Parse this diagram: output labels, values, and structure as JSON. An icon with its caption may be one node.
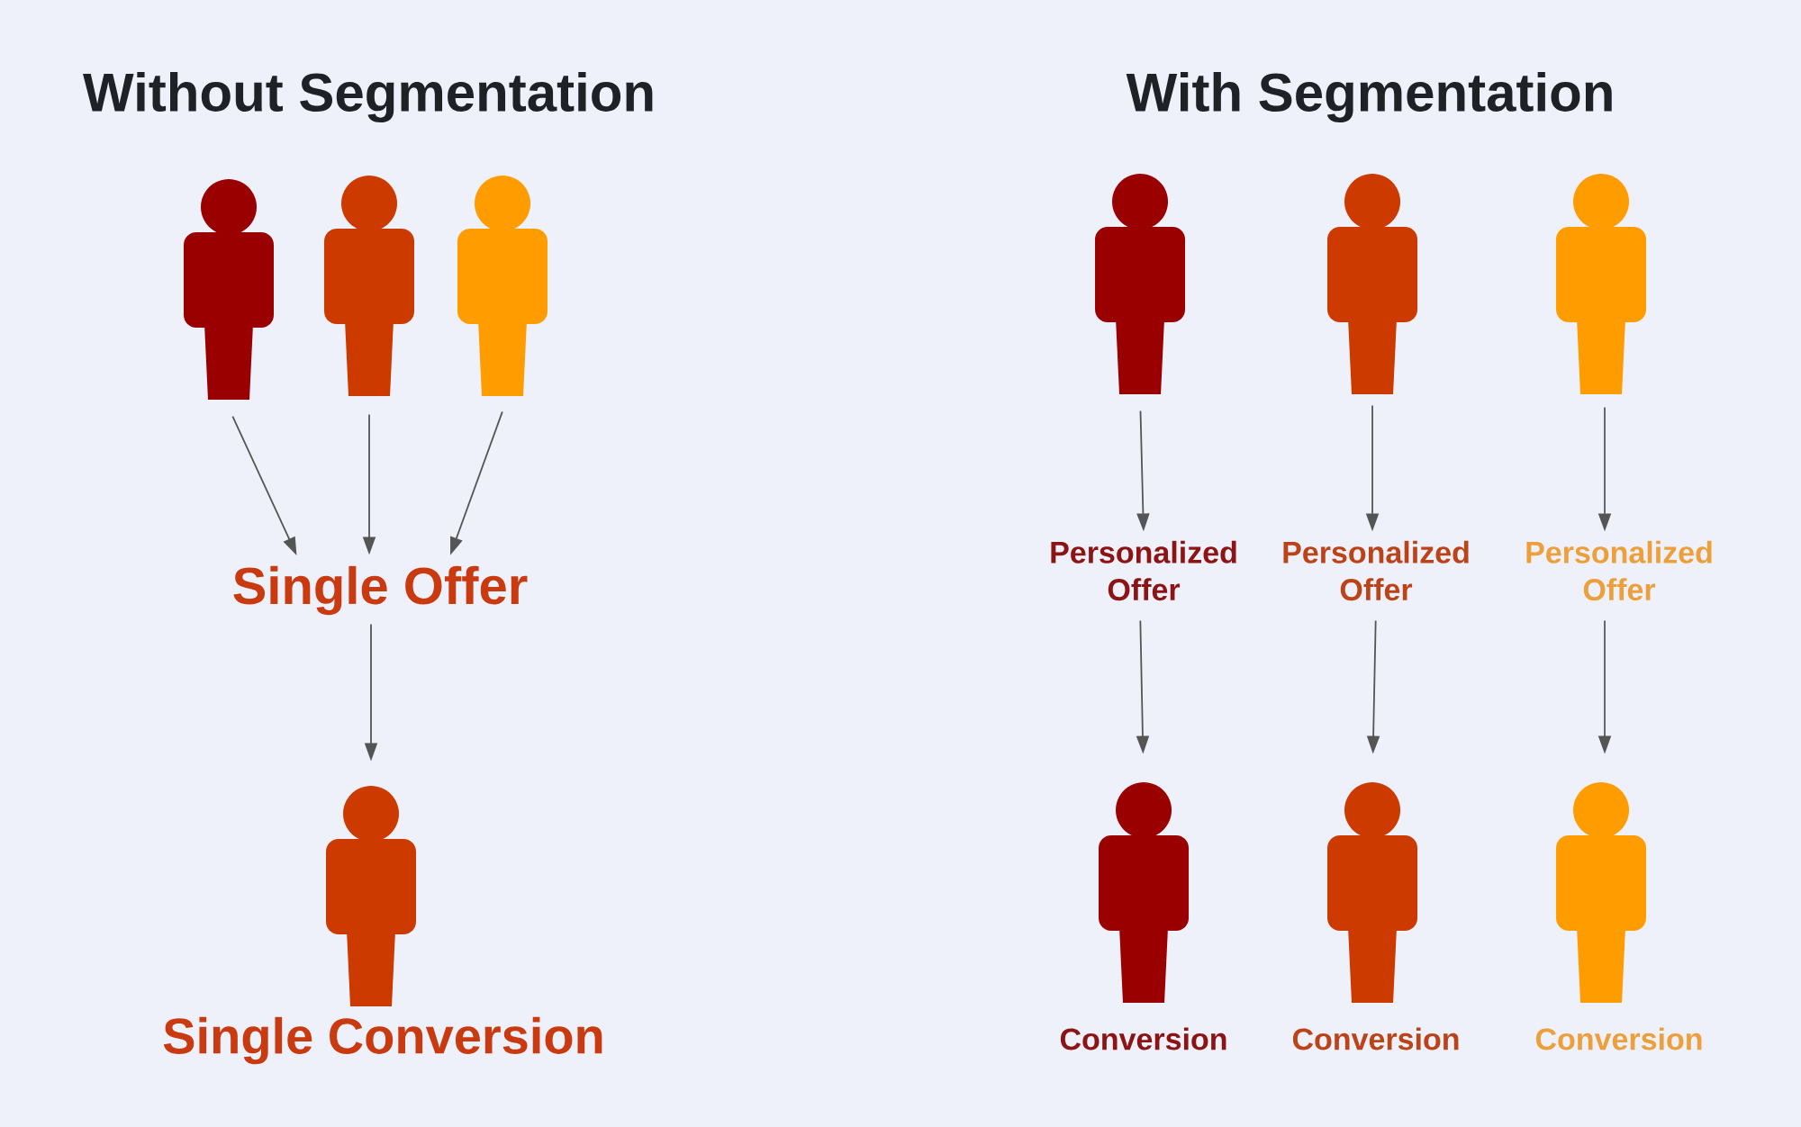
{
  "diagram": {
    "nodes": [
      {
        "text": [],
        "shape": "person"
      },
      {
        "text": [],
        "shape": "person"
      },
      {
        "text": [],
        "shape": "person"
      },
      {
        "text": [
          "Single Offer"
        ]
      },
      {
        "text": [],
        "shape": "person",
        "beside": [
          "Single Conversion"
        ]
      },
      {
        "text": [],
        "shape": "person"
      },
      {
        "text": [],
        "shape": "person"
      },
      {
        "text": [],
        "shape": "person"
      },
      {
        "text": [
          "Personalized Offer"
        ]
      },
      {
        "text": [
          "Personalized Offer"
        ]
      },
      {
        "text": [
          "Personalized Offer"
        ]
      },
      {
        "text": [],
        "shape": "person",
        "beside": [
          "Conversion"
        ]
      },
      {
        "text": [],
        "shape": "person",
        "beside": [
          "Conversion"
        ]
      },
      {
        "text": [],
        "shape": "person",
        "beside": [
          "Conversion"
        ]
      }
    ],
    "edges": [
      {
        "from": 0,
        "to": 3,
        "arrow": "to"
      },
      {
        "from": 1,
        "to": 3,
        "arrow": "to"
      },
      {
        "from": 2,
        "to": 3,
        "arrow": "to"
      },
      {
        "from": 3,
        "to": 4,
        "arrow": "to"
      },
      {
        "from": 5,
        "to": 8,
        "arrow": "to"
      },
      {
        "from": 6,
        "to": 9,
        "arrow": "to"
      },
      {
        "from": 7,
        "to": 10,
        "arrow": "to"
      },
      {
        "from": 8,
        "to": 11,
        "arrow": "to"
      },
      {
        "from": 9,
        "to": 12,
        "arrow": "to"
      },
      {
        "from": 10,
        "to": 13,
        "arrow": "to"
      }
    ],
    "labels": [
      "Without Segmentation",
      "With Segmentation"
    ]
  }
}
